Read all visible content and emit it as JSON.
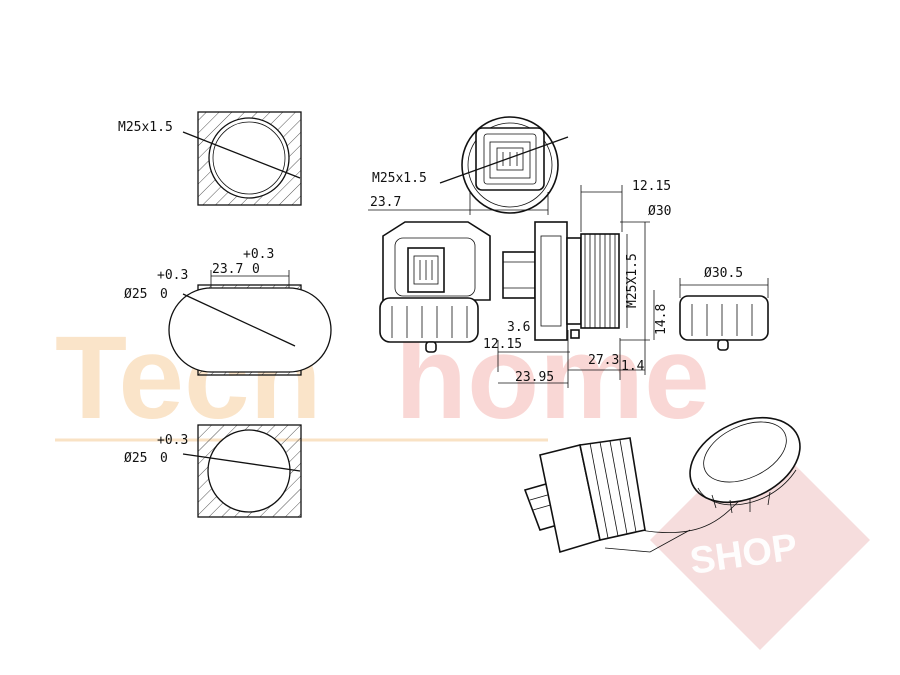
{
  "watermark": {
    "brand_part1": "Tech",
    "brand_part2": "home",
    "shop": "SHOP",
    "brand_color1": "#f6cf9e",
    "brand_color2": "#f5b8b3",
    "shop_badge_color": "#f0c6c6"
  },
  "cutouts": {
    "top": {
      "thread": "M25x1.5"
    },
    "middle": {
      "width": "23.7",
      "width_tol_upper": "+0.3",
      "width_tol_lower": "0",
      "diameter": "Ø25",
      "diameter_tol_upper": "+0.3",
      "diameter_tol_lower": "0"
    },
    "bottom": {
      "diameter": "Ø25",
      "diameter_tol_upper": "+0.3",
      "diameter_tol_lower": "0"
    }
  },
  "front_view": {
    "thread": "M25x1.5",
    "flat_width": "23.7"
  },
  "side_view": {
    "dim_top": "12.15",
    "dim_flange": "Ø30",
    "thread_label": "M25X1.5",
    "dim_36": "3.6",
    "dim_1215_low": "12.15",
    "dim_148": "14.8",
    "dim_273": "27.3",
    "dim_14": "1.4",
    "dim_2395": "23.95"
  },
  "cap_view": {
    "diameter": "Ø30.5"
  }
}
